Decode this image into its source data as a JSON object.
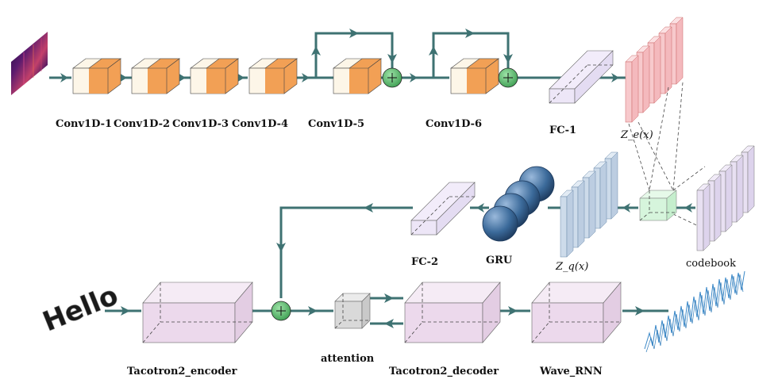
{
  "colors": {
    "arrow": "#3e7272",
    "conv_orange": "#f2a055",
    "conv_white": "#fdf6e8",
    "fc_purple": "#ede6f7",
    "ze_pink": "#f7c9cc",
    "zq_blue": "#cddbea",
    "codebook_purple": "#e8e0f2",
    "quant_green": "#d6f5dc",
    "block_pink": "#ecd9ec",
    "attention_gray": "#d9d9d9",
    "sum_green": "#5bbf6f",
    "gru_blue": "#3b6a9a"
  },
  "labels": {
    "conv1": "Conv1D-1",
    "conv2": "Conv1D-2",
    "conv3": "Conv1D-3",
    "conv4": "Conv1D-4",
    "conv5": "Conv1D-5",
    "conv6": "Conv1D-6",
    "fc1": "FC-1",
    "ze": "Z_e(x)",
    "codebook": "codebook",
    "zq": "Z_q(x)",
    "gru": "GRU",
    "fc2": "FC-2",
    "hello": "Hello",
    "encoder": "Tacotron2_encoder",
    "attention": "attention",
    "decoder": "Tacotron2_decoder",
    "wavernn": "Wave_RNN"
  }
}
